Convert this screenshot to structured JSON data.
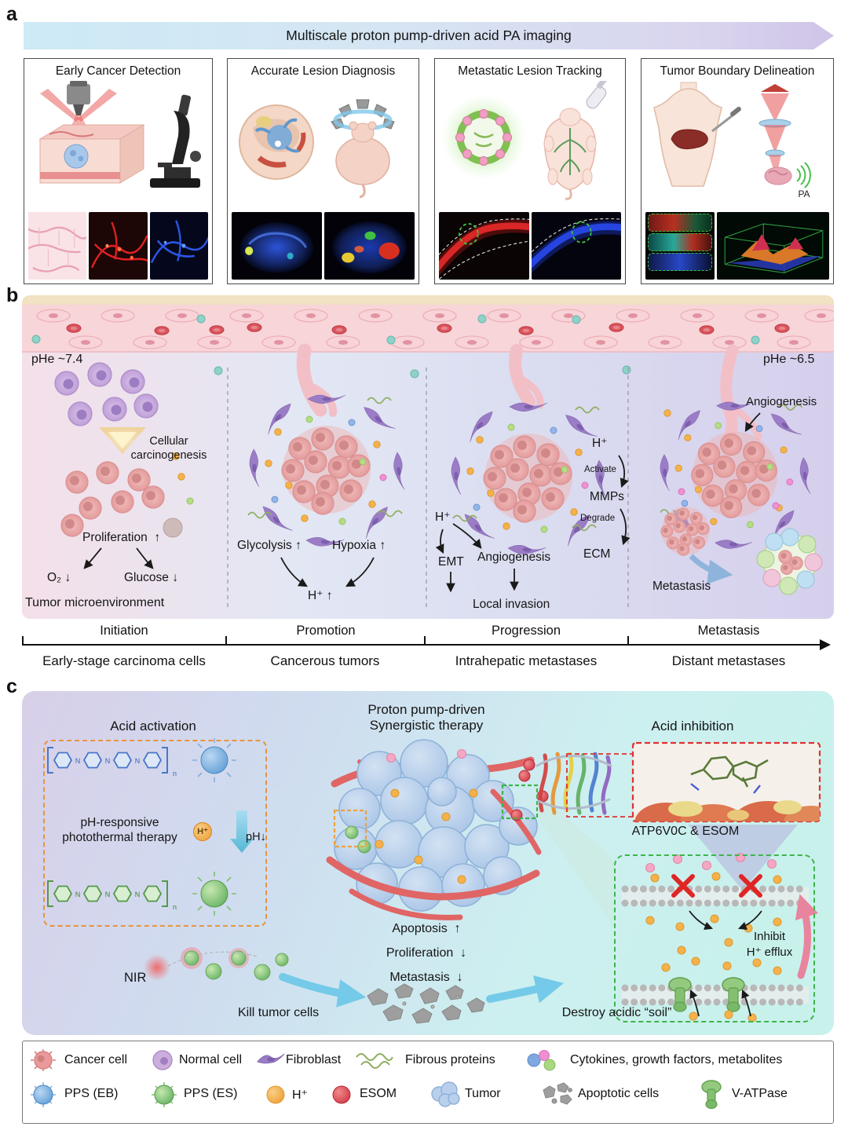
{
  "panel_labels": {
    "a": "a",
    "b": "b",
    "c": "c"
  },
  "colors": {
    "accent_orange": "#e8943c",
    "accent_green": "#3cb549",
    "accent_red": "#e03030",
    "cancer_pink": "#e89a9a",
    "normal_purple": "#c0a0d8",
    "tumor_blue": "#a8c4e6",
    "hplus_orange": "#f6b24a",
    "esom_red": "#d84048"
  },
  "panel_a": {
    "banner": "Multiscale proton pump-driven acid PA imaging",
    "cards": [
      {
        "title": "Early Cancer Detection"
      },
      {
        "title": "Accurate Lesion Diagnosis"
      },
      {
        "title": "Metastatic Lesion Tracking"
      },
      {
        "title": "Tumor Boundary Delineation"
      }
    ],
    "pa_label": "PA"
  },
  "panel_b": {
    "phe_left": "pHe ~7.4",
    "phe_right": "pHe ~6.5",
    "cellular_1": "Cellular",
    "cellular_2": "carcinogenesis",
    "proliferation": "Proliferation",
    "o2": "O₂",
    "glucose": "Glucose",
    "tumor_microenvironment": "Tumor microenvironment",
    "glycolysis": "Glycolysis",
    "hypoxia": "Hypoxia",
    "h_plus": "H⁺",
    "activate": "Activate",
    "mmps": "MMPs",
    "degrade": "Degrade",
    "ecm": "ECM",
    "emt": "EMT",
    "angiogenesis": "Angiogenesis",
    "local_invasion": "Local invasion",
    "angiogenesis_right": "Angiogenesis",
    "metastasis": "Metastasis",
    "up": "↑",
    "down": "↓",
    "timeline": {
      "stages": [
        {
          "name": "Initiation",
          "sublabel": "Early-stage carcinoma cells"
        },
        {
          "name": "Promotion",
          "sublabel": "Cancerous tumors"
        },
        {
          "name": "Progression",
          "sublabel": "Intrahepatic metastases"
        },
        {
          "name": "Metastasis",
          "sublabel": "Distant metastases"
        }
      ]
    }
  },
  "panel_c": {
    "acid_activation": "Acid activation",
    "center_title_1": "Proton pump-driven",
    "center_title_2": "Synergistic therapy",
    "acid_inhibition": "Acid inhibition",
    "ph_responsive_1": "pH-responsive",
    "ph_responsive_2": "photothermal therapy",
    "h_plus": "H⁺",
    "ph": "pH",
    "n_label": "N",
    "n_sub": "n",
    "nir": "NIR",
    "kill_tumor_cells": "Kill tumor cells",
    "apoptosis": "Apoptosis",
    "proliferation": "Proliferation",
    "metastasis": "Metastasis",
    "destroy_soil": "Destroy acidic “soil”",
    "atp_esom": "ATP6V0C  &  ESOM",
    "inhibit_1": "Inhibit",
    "inhibit_2": "H⁺ efflux",
    "up": "↑",
    "down": "↓"
  },
  "legend": {
    "row1": [
      {
        "label": "Cancer cell"
      },
      {
        "label": "Normal cell"
      },
      {
        "label": "Fibroblast"
      },
      {
        "label": "Fibrous proteins"
      },
      {
        "label": "Cytokines, growth factors, metabolites"
      }
    ],
    "row2": [
      {
        "label": "PPS (EB)"
      },
      {
        "label": "PPS (ES)"
      },
      {
        "label": "H⁺"
      },
      {
        "label": "ESOM"
      },
      {
        "label": "Tumor"
      },
      {
        "label": "Apoptotic cells"
      },
      {
        "label": "V-ATPase"
      }
    ]
  }
}
